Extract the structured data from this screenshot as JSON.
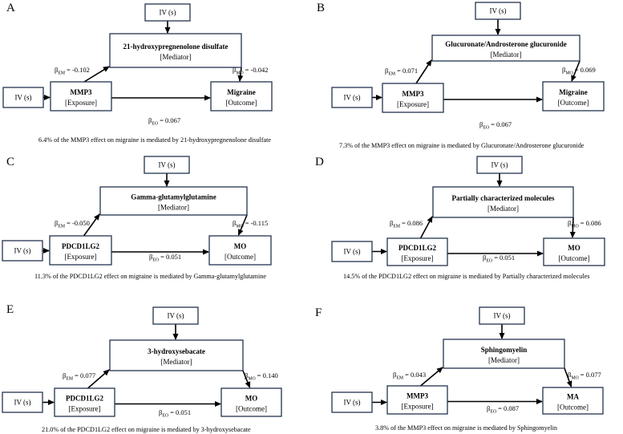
{
  "panels": [
    {
      "letter": "A",
      "iv_top": "IV (s)",
      "iv_left": "IV (s)",
      "mediator_name": "21-hydroxypregnenolone disulfate",
      "mediator_role": "[Mediator]",
      "exposure_name": "MMP3",
      "exposure_role": "[Exposure]",
      "outcome_name": "Migraine",
      "outcome_role": "[Outcome]",
      "beta_em": "= -0.102",
      "beta_mo": "= -0.042",
      "beta_eo": "= 0.067",
      "caption": "6.4% of the MMP3 effect on migraine is mediated by 21-hydroxypregnenolone disulfate"
    },
    {
      "letter": "B",
      "iv_top": "IV (s)",
      "iv_left": "IV (s)",
      "mediator_name": "Glucuronate/Androsterone glucuronide",
      "mediator_role": "[Mediator]",
      "exposure_name": "MMP3",
      "exposure_role": "[Exposure]",
      "outcome_name": "Migraine",
      "outcome_role": "[Outcome]",
      "beta_em": "= 0.071",
      "beta_mo": "= 0.069",
      "beta_eo": "= 0.067",
      "caption": "7.3% of the MMP3 effect on migraine is mediated by Glucuronate/Androsterone glucuronide"
    },
    {
      "letter": "C",
      "iv_top": "IV (s)",
      "iv_left": "IV (s)",
      "mediator_name": "Gamma-glutamylglutamine",
      "mediator_role": "[Mediator]",
      "exposure_name": "PDCD1LG2",
      "exposure_role": "[Exposure]",
      "outcome_name": "MO",
      "outcome_role": "[Outcome]",
      "beta_em": "= -0.050",
      "beta_mo": "= -0.115",
      "beta_eo": "= 0.051",
      "caption": "11.3% of the PDCD1LG2 effect on migraine is mediated by Gamma-glutamylglutamine"
    },
    {
      "letter": "D",
      "iv_top": "IV (s)",
      "iv_left": "IV (s)",
      "mediator_name": "Partially characterized molecules",
      "mediator_role": "[Mediator]",
      "exposure_name": "PDCD1LG2",
      "exposure_role": "[Exposure]",
      "outcome_name": "MO",
      "outcome_role": "[Outcome]",
      "beta_em": "= 0.086",
      "beta_mo": "= 0.086",
      "beta_eo": "= 0.051",
      "caption": "14.5% of the PDCD1LG2 effect on migraine is mediated by Partially characterized molecules"
    },
    {
      "letter": "E",
      "iv_top": "IV (s)",
      "iv_left": "IV (s)",
      "mediator_name": "3-hydroxysebacate",
      "mediator_role": "[Mediator]",
      "exposure_name": "PDCD1LG2",
      "exposure_role": "[Exposure]",
      "outcome_name": "MO",
      "outcome_role": "[Outcome]",
      "beta_em": "= 0.077",
      "beta_mo": "= 0.140",
      "beta_eo": "= 0.051",
      "caption": "21.0% of the PDCD1LG2 effect on migraine is mediated by 3-hydroxysebacate"
    },
    {
      "letter": "F",
      "iv_top": "IV (s)",
      "iv_left": "IV (s)",
      "mediator_name": "Sphingomyelin",
      "mediator_role": "[Mediator]",
      "exposure_name": "MMP3",
      "exposure_role": "[Exposure]",
      "outcome_name": "MA",
      "outcome_role": "[Outcome]",
      "beta_em": "= 0.043",
      "beta_mo": "= 0.077",
      "beta_eo": "= 0.087",
      "caption": "3.8% of the MMP3 effect on migraine is mediated by Sphingomyelin"
    }
  ],
  "symbols": {
    "beta": "β",
    "sub_em": "EM",
    "sub_mo": "MO",
    "sub_eo": "EO"
  }
}
